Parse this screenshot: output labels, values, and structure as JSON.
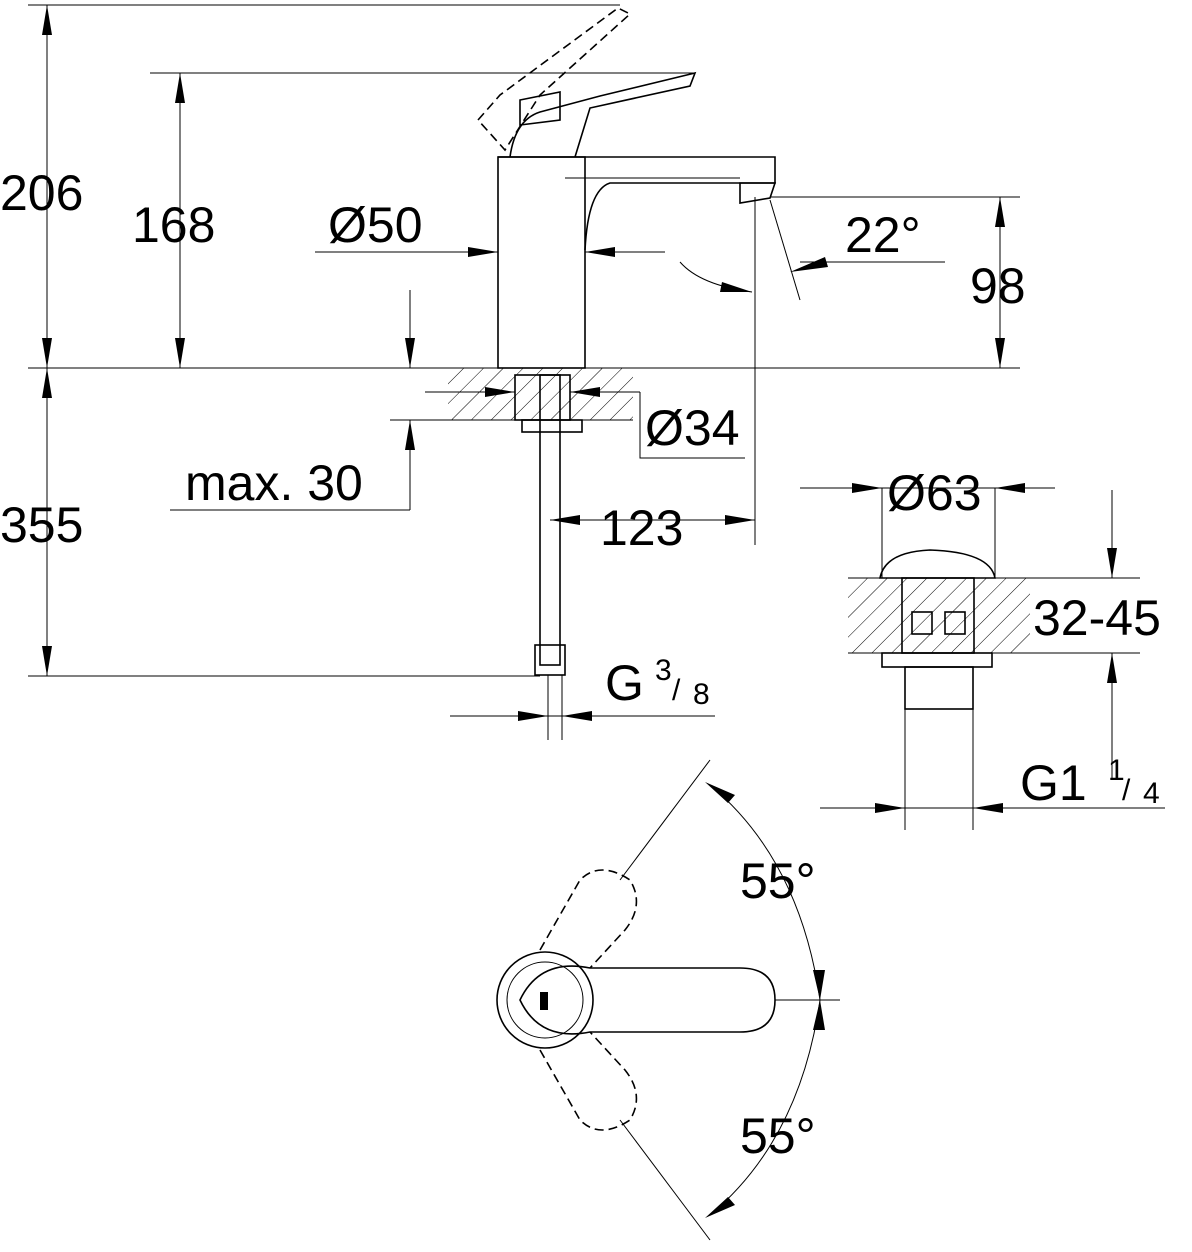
{
  "dimensions": {
    "total_height": "206",
    "lever_height": "168",
    "body_diameter": "Ø50",
    "spout_angle": "22°",
    "spout_height": "98",
    "mount_diameter": "Ø34",
    "max_thickness": "max. 30",
    "hose_length": "355",
    "projection": "123",
    "waste_diameter": "Ø63",
    "waste_range": "32-45",
    "connection_g": "G",
    "connection_num": "3",
    "connection_den": "8",
    "waste_thread_g": "G1",
    "waste_thread_num": "1",
    "waste_thread_den": "4",
    "rotation_left": "55°",
    "rotation_right": "55°"
  }
}
